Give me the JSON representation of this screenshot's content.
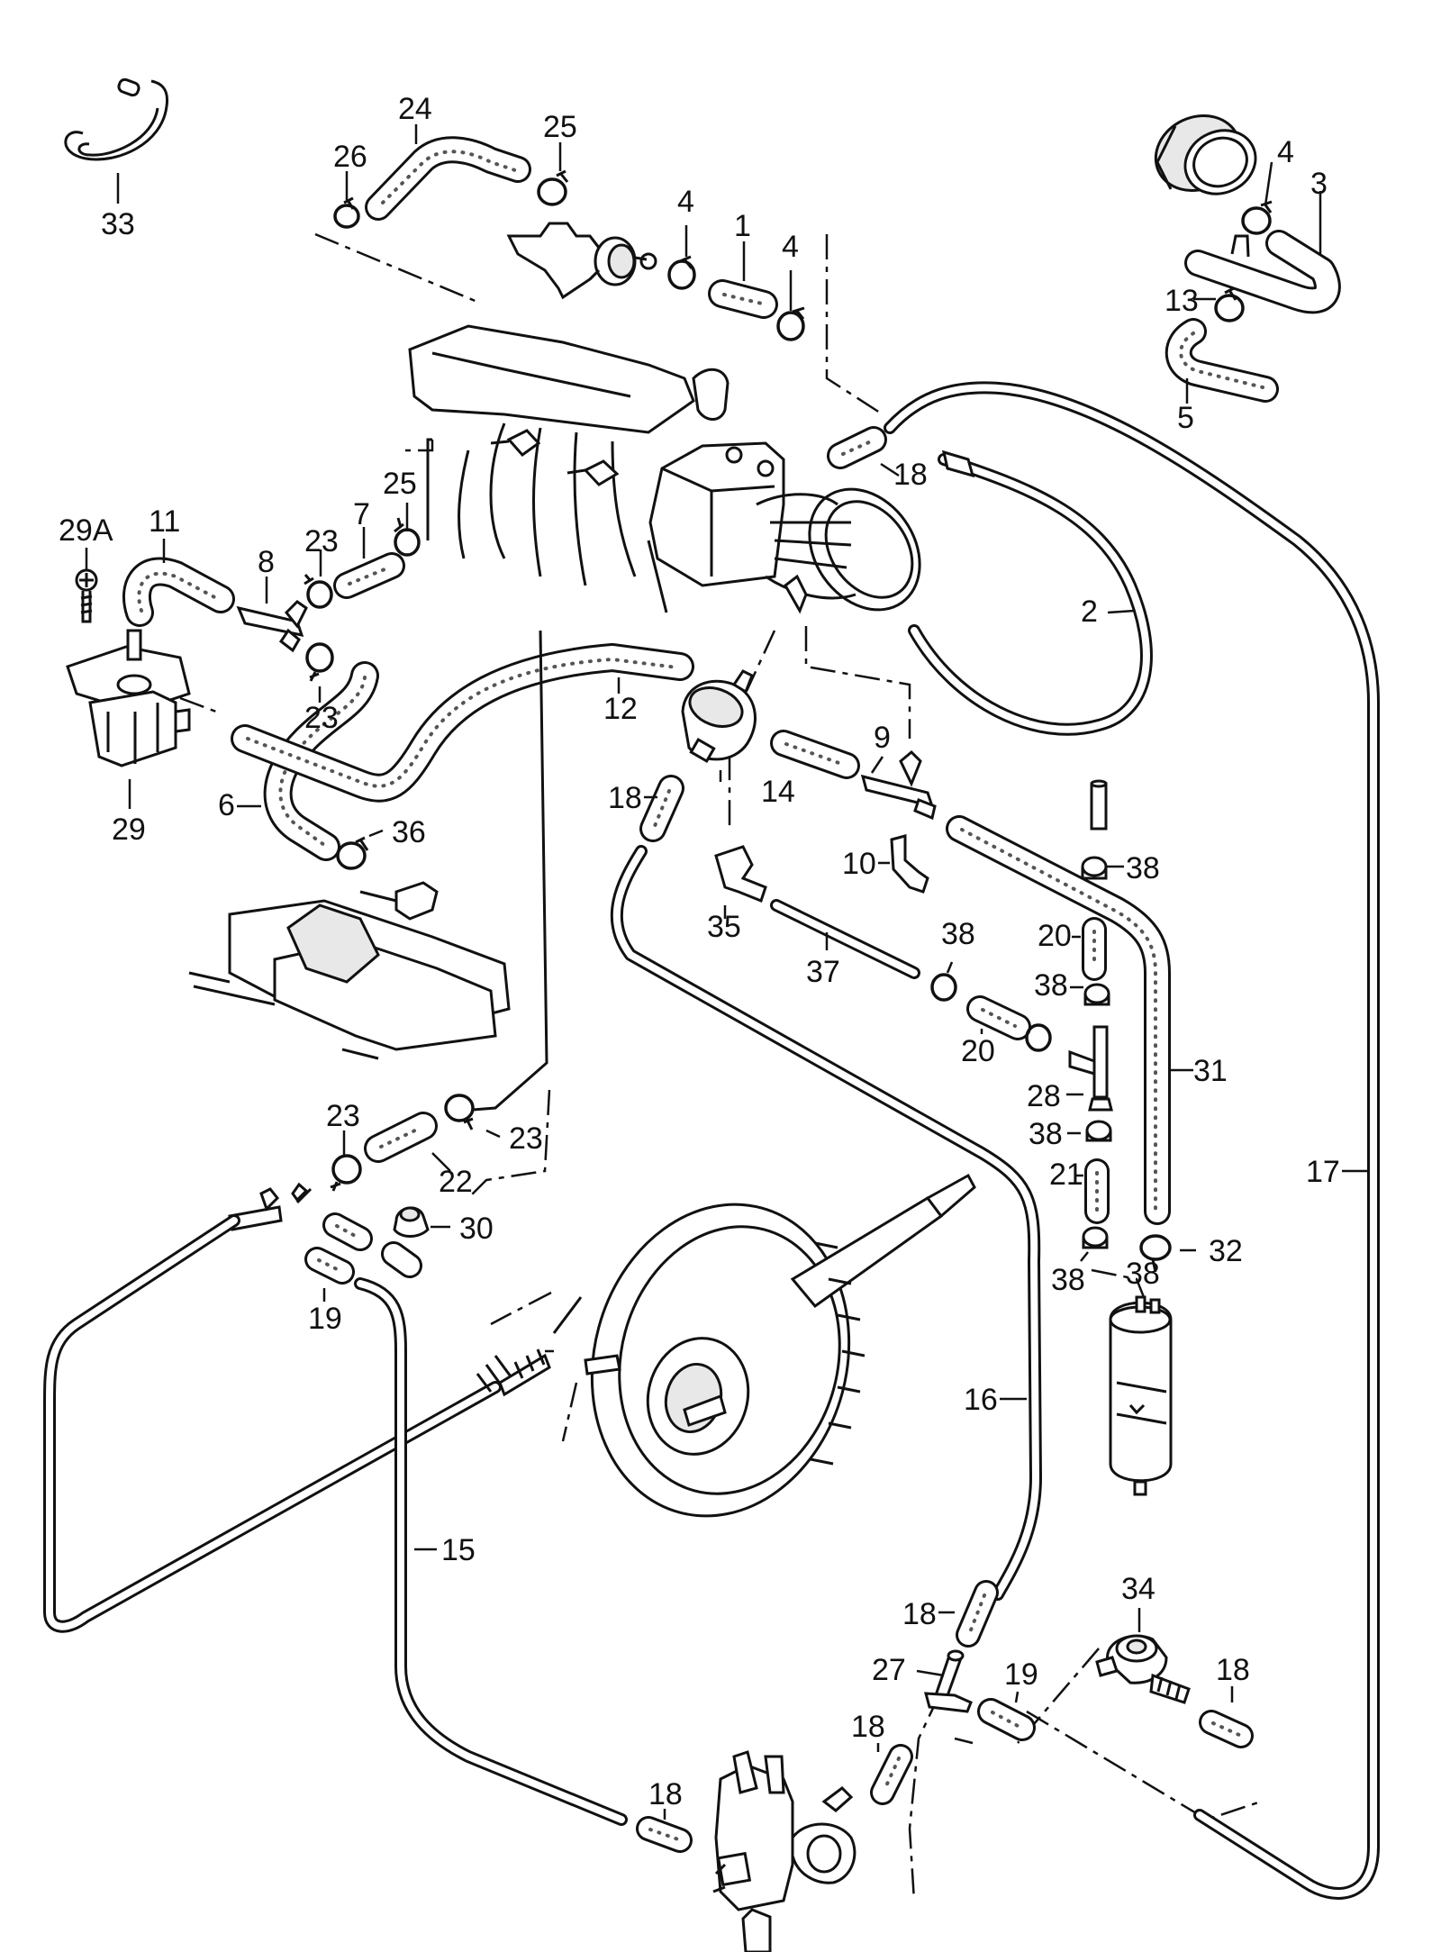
{
  "callouts": [
    {
      "id": "1",
      "label": "1"
    },
    {
      "id": "2",
      "label": "2"
    },
    {
      "id": "3",
      "label": "3"
    },
    {
      "id": "4a",
      "label": "4"
    },
    {
      "id": "4b",
      "label": "4"
    },
    {
      "id": "4c",
      "label": "4"
    },
    {
      "id": "5",
      "label": "5"
    },
    {
      "id": "6",
      "label": "6"
    },
    {
      "id": "7",
      "label": "7"
    },
    {
      "id": "8",
      "label": "8"
    },
    {
      "id": "9",
      "label": "9"
    },
    {
      "id": "10",
      "label": "10"
    },
    {
      "id": "11",
      "label": "11"
    },
    {
      "id": "12",
      "label": "12"
    },
    {
      "id": "13",
      "label": "13"
    },
    {
      "id": "14",
      "label": "14"
    },
    {
      "id": "15",
      "label": "15"
    },
    {
      "id": "16",
      "label": "16"
    },
    {
      "id": "17",
      "label": "17"
    },
    {
      "id": "18a",
      "label": "18"
    },
    {
      "id": "18b",
      "label": "18"
    },
    {
      "id": "18c",
      "label": "18"
    },
    {
      "id": "18d",
      "label": "18"
    },
    {
      "id": "18e",
      "label": "18"
    },
    {
      "id": "18f",
      "label": "18"
    },
    {
      "id": "19a",
      "label": "19"
    },
    {
      "id": "19b",
      "label": "19"
    },
    {
      "id": "20a",
      "label": "20"
    },
    {
      "id": "20b",
      "label": "20"
    },
    {
      "id": "21",
      "label": "21"
    },
    {
      "id": "22",
      "label": "22"
    },
    {
      "id": "23a",
      "label": "23"
    },
    {
      "id": "23b",
      "label": "23"
    },
    {
      "id": "23c",
      "label": "23"
    },
    {
      "id": "23d",
      "label": "23"
    },
    {
      "id": "24",
      "label": "24"
    },
    {
      "id": "25a",
      "label": "25"
    },
    {
      "id": "25b",
      "label": "25"
    },
    {
      "id": "26",
      "label": "26"
    },
    {
      "id": "27",
      "label": "27"
    },
    {
      "id": "28",
      "label": "28"
    },
    {
      "id": "29",
      "label": "29"
    },
    {
      "id": "29A",
      "label": "29A"
    },
    {
      "id": "30",
      "label": "30"
    },
    {
      "id": "31",
      "label": "31"
    },
    {
      "id": "32",
      "label": "32"
    },
    {
      "id": "33",
      "label": "33"
    },
    {
      "id": "34",
      "label": "34"
    },
    {
      "id": "35",
      "label": "35"
    },
    {
      "id": "36",
      "label": "36"
    },
    {
      "id": "37",
      "label": "37"
    },
    {
      "id": "38a",
      "label": "38"
    },
    {
      "id": "38b",
      "label": "38"
    },
    {
      "id": "38c",
      "label": "38"
    },
    {
      "id": "38d",
      "label": "38"
    },
    {
      "id": "38e",
      "label": "38"
    },
    {
      "id": "38f",
      "label": "38"
    }
  ]
}
